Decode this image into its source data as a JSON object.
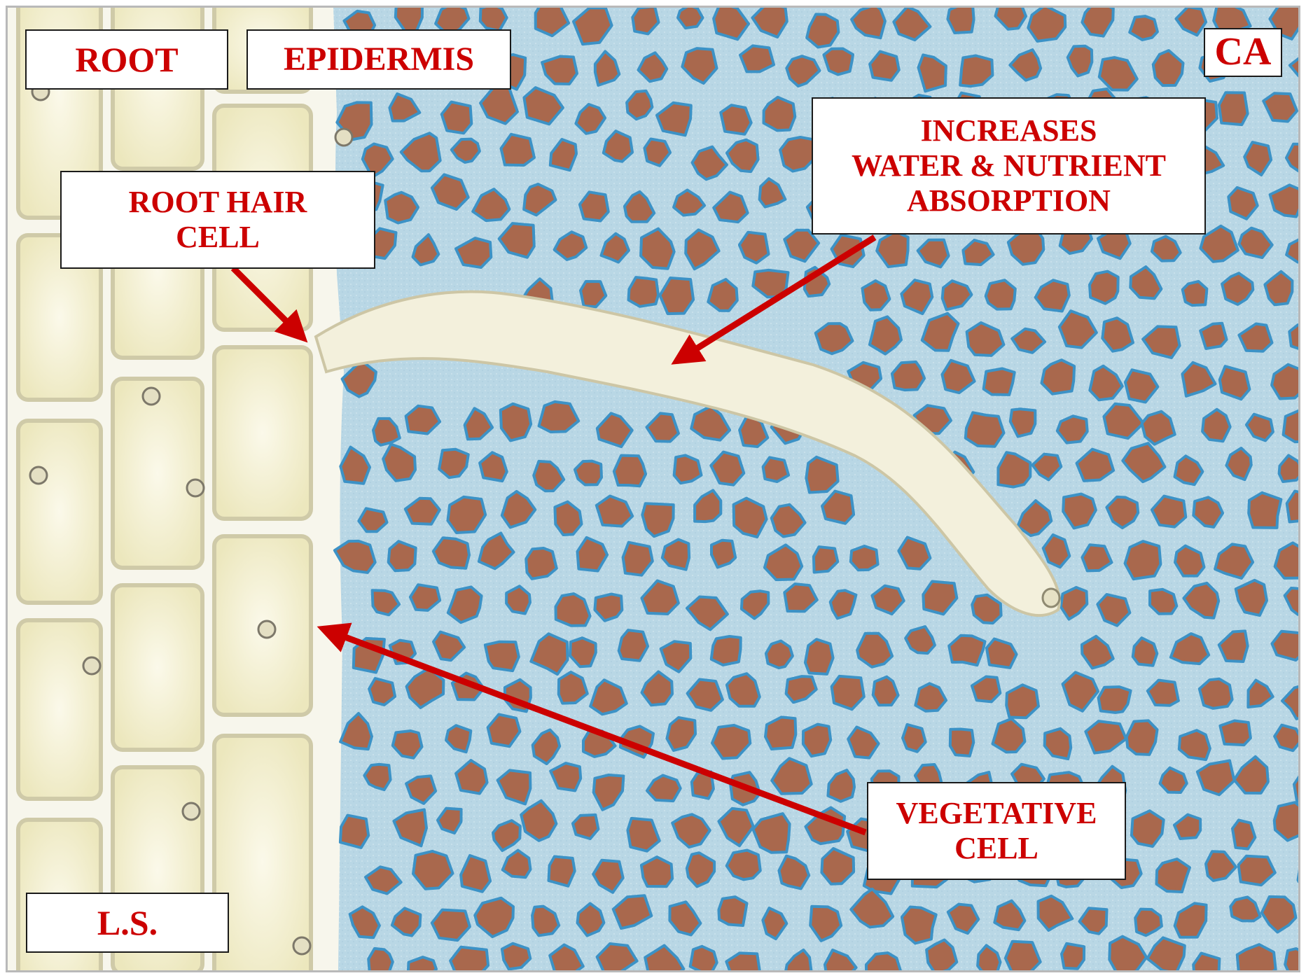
{
  "diagram": {
    "labels": {
      "root": "ROOT",
      "epidermis": "EPIDERMIS",
      "corner": "CA",
      "root_hair_cell": [
        "ROOT HAIR",
        "CELL"
      ],
      "function": [
        "INCREASES",
        "WATER & NUTRIENT",
        "ABSORPTION"
      ],
      "vegetative_cell": [
        "VEGETATIVE",
        "CELL"
      ],
      "section": "L.S."
    },
    "colors": {
      "label_text": "#cc0000",
      "arrow": "#cc0000",
      "soil_background": "#bcd9e6",
      "particle_outline": "#3c92c6",
      "particle_fill": "#a9684d",
      "root_cell_fill": "#f5f2d6",
      "cell_wall": "#cfcaa8"
    }
  }
}
